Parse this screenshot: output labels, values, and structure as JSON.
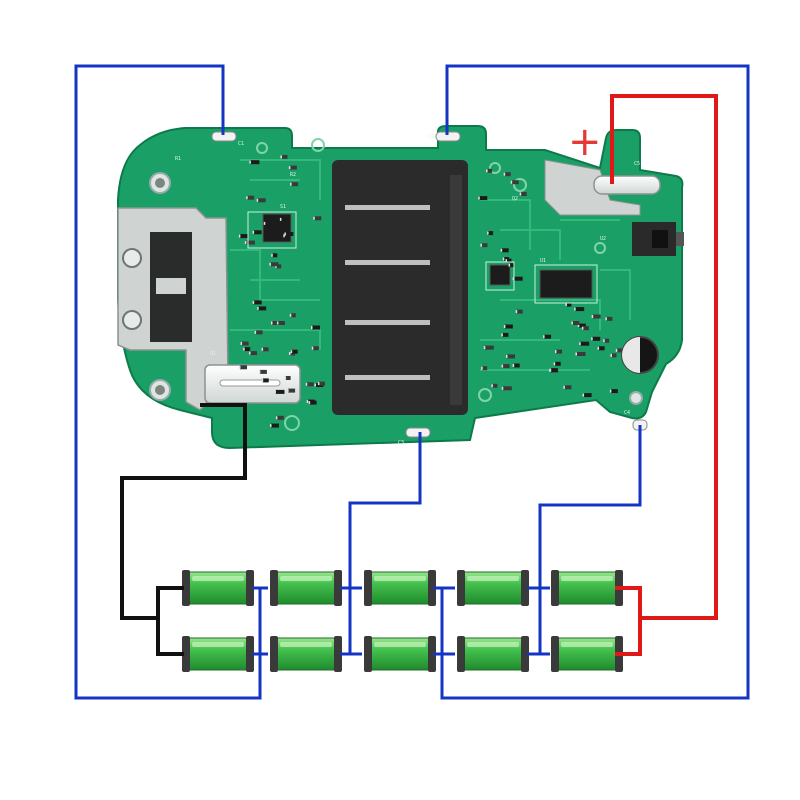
{
  "diagram": {
    "polarity_mark": "+",
    "colors": {
      "board": "#1aa067",
      "board_edge": "#0d7a4a",
      "trace": "#33b97a",
      "wire_balance": "#1435c4",
      "wire_positive": "#e01818",
      "wire_negative": "#111111",
      "cell_body": "#3bb54a",
      "cell_cap": "#3a3a3a"
    },
    "silkscreen_labels": [
      "C1",
      "C2",
      "C3",
      "C4",
      "C5",
      "R1",
      "R2",
      "Q1",
      "Q2",
      "U1",
      "U2",
      "S1"
    ],
    "battery": {
      "rows": 2,
      "cells_per_row": 5
    },
    "icons": {
      "cell": "battery-cell-icon",
      "screw": "screw-icon",
      "capacitor": "capacitor-icon",
      "chip": "chip-icon",
      "switch": "switch-icon"
    }
  }
}
